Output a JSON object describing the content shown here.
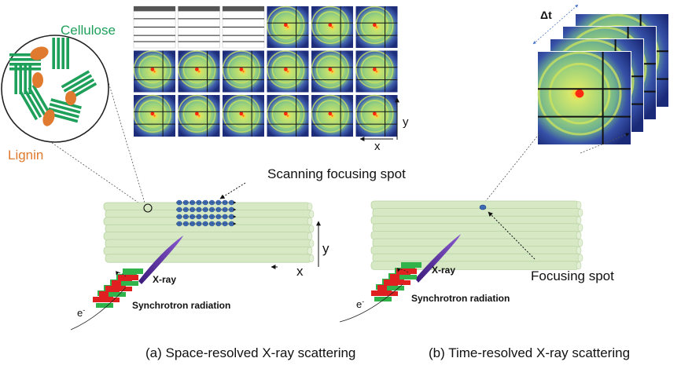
{
  "labels": {
    "cellulose": "Cellulose",
    "lignin": "Lignin",
    "scanning_spot": "Scanning focusing spot",
    "focusing_spot": "Focusing spot",
    "xray": "X-ray",
    "synchrotron": "Synchrotron radiation",
    "electron": "e",
    "electron_sup": "-",
    "axis_x": "x",
    "axis_y": "y",
    "delta_t": "Δt"
  },
  "captions": {
    "a": "(a) Space-resolved X-ray scattering",
    "b": "(b) Time-resolved X-ray scattering"
  },
  "colors": {
    "fiber_fill": "#d6e8c4",
    "fiber_stroke": "#b9d3a3",
    "cellulose": "#1fa05a",
    "lignin": "#e07a2e",
    "beam": "#5b2c9e",
    "spot": "#3d6cb5",
    "magnet_red": "#e02020",
    "magnet_green": "#2fb34a",
    "pattern_bg": "#2b3c8f",
    "pattern_ring": "#c8e060"
  },
  "pattern_grid": {
    "rows": 3,
    "cols": 6,
    "blank_first_row_cols": 3
  },
  "time_stack_frames": 4
}
